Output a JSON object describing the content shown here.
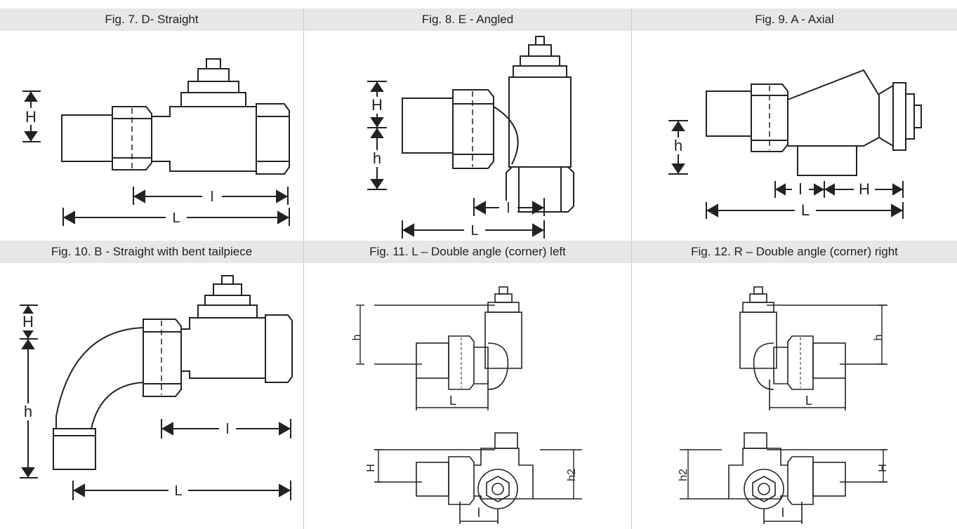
{
  "figures": [
    {
      "caption": "Fig. 7. D- Straight",
      "dims": {
        "H": "H",
        "l": "l",
        "L": "L"
      }
    },
    {
      "caption": "Fig. 8. E - Angled",
      "dims": {
        "H": "H",
        "h": "h",
        "l": "l",
        "L": "L"
      }
    },
    {
      "caption": "Fig. 9. A - Axial",
      "dims": {
        "h": "h",
        "l": "l",
        "H": "H",
        "L": "L"
      }
    },
    {
      "caption": "Fig. 10. B - Straight with bent tailpiece",
      "dims": {
        "H": "H",
        "h": "h",
        "l": "l",
        "L": "L"
      }
    },
    {
      "caption": "Fig. 11. L – Double angle (corner) left",
      "dims": {
        "h": "h",
        "L": "L",
        "H": "H",
        "h2": "h2",
        "l": "l"
      }
    },
    {
      "caption": "Fig. 12. R – Double angle (corner) right",
      "dims": {
        "h": "h",
        "L": "L",
        "H": "H",
        "h2": "h2",
        "l": "l"
      }
    }
  ]
}
